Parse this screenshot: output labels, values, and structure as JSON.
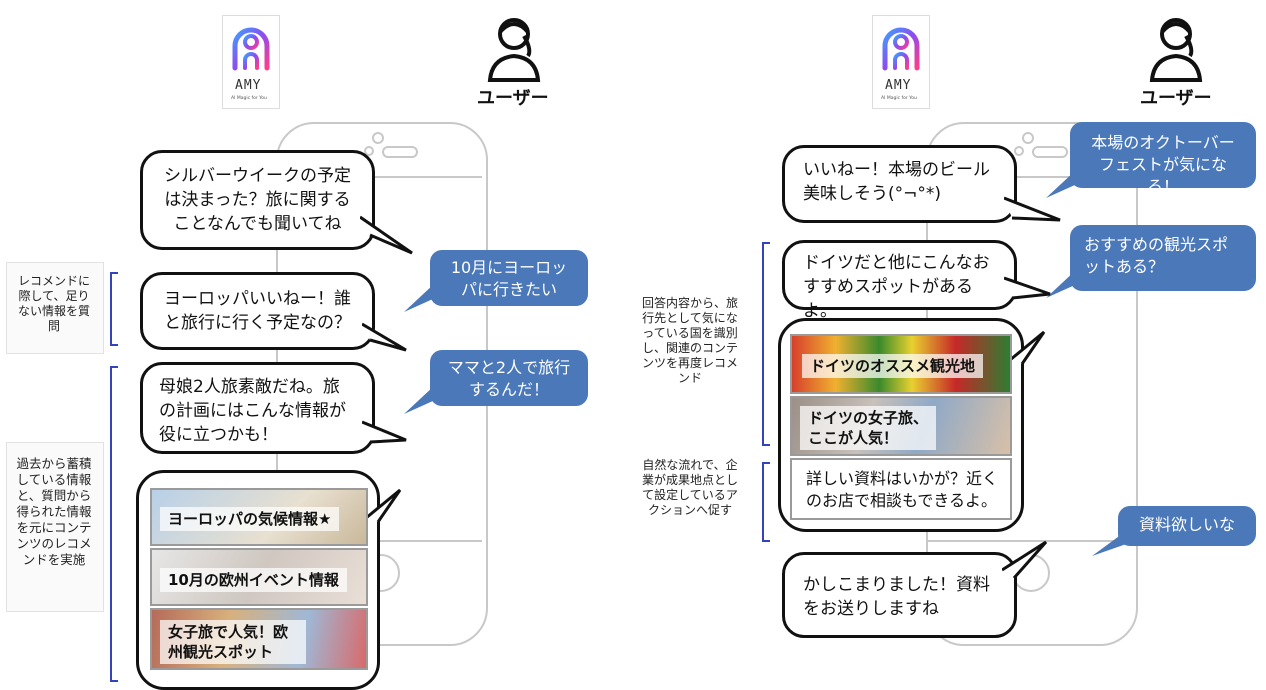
{
  "colors": {
    "accent_blue": "#4a78b8",
    "brace_blue": "#3344bb",
    "outline": "#111111"
  },
  "left": {
    "amy": {
      "word": "AMY",
      "tagline": "AI Magic for You"
    },
    "user_label": "ユーザー",
    "bot_messages": [
      "シルバーウイークの予定は決まった？旅に関することなんでも聞いてね",
      "ヨーロッパいいねー！誰と旅行に行く予定なの？",
      "母娘2人旅素敵だね。旅の計画にはこんな情報が役に立つかも！"
    ],
    "user_messages": [
      "10月にヨーロッパに行きたい",
      "ママと2人で旅行するんだ！"
    ],
    "cards": [
      "ヨーロッパの気候情報★",
      "10月の欧州イベント情報",
      "女子旅で人気！欧州観光スポット"
    ],
    "notes": [
      "レコメンドに際して、足りない情報を質問",
      "過去から蓄積している情報と、質問から得られた情報を元にコンテンツのレコメンドを実施"
    ]
  },
  "right": {
    "amy": {
      "word": "AMY",
      "tagline": "AI Magic for You"
    },
    "user_label": "ユーザー",
    "bot_messages": [
      "いいねー！本場のビール美味しそう(°¬°*)",
      "ドイツだと他にこんなおすすめスポットがあるよ。",
      "詳しい資料はいかが？近くのお店で相談もできるよ。",
      "かしこまりました！資料をお送りしますね"
    ],
    "user_messages": [
      "本場のオクトーバーフェストが気になる！",
      "おすすめの観光スポットある？",
      "資料欲しいな"
    ],
    "cards": [
      "ドイツのオススメ観光地",
      "ドイツの女子旅、ここが人気！"
    ],
    "notes": [
      "回答内容から、旅行先として気になっている国を識別し、関連のコンテンツを再度レコメンド",
      "自然な流れで、企業が成果地点として設定しているアクションへ促す"
    ]
  }
}
